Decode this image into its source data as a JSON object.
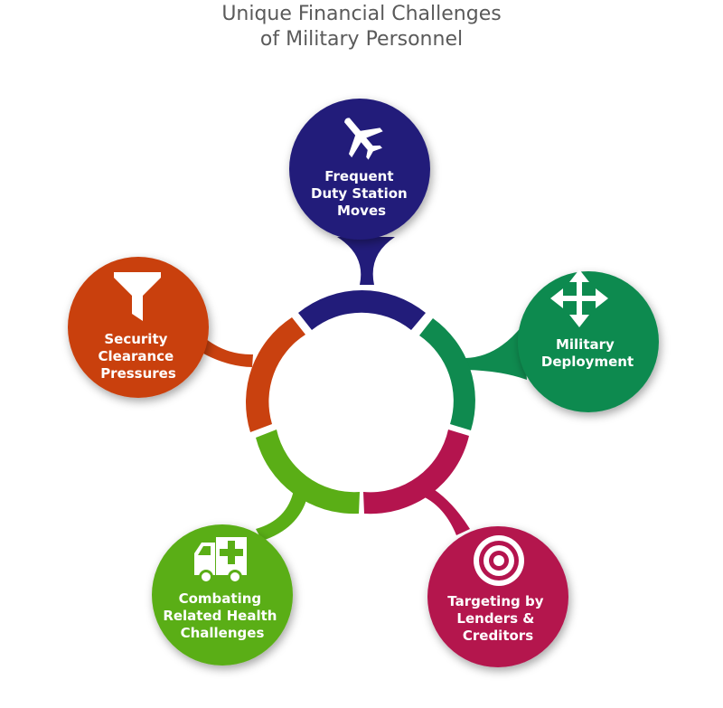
{
  "title": {
    "line1": "Unique Financial Challenges",
    "line2": "of Military Personnel"
  },
  "nodes": [
    {
      "id": "frequent-moves",
      "lines": [
        "Frequent",
        "Duty Station",
        "Moves"
      ],
      "color": "#221c7a",
      "icon": "airplane-icon"
    },
    {
      "id": "military-deployment",
      "lines": [
        "Military",
        "Deployment"
      ],
      "color": "#0f8a4f",
      "icon": "move-arrows-icon"
    },
    {
      "id": "targeting",
      "lines": [
        "Targeting by",
        "Lenders &",
        "Creditors"
      ],
      "color": "#b4144e",
      "icon": "target-icon"
    },
    {
      "id": "health",
      "lines": [
        "Combating",
        "Related Health",
        "Challenges"
      ],
      "color": "#5aae16",
      "icon": "ambulance-icon"
    },
    {
      "id": "security",
      "lines": [
        "Security",
        "Clearance",
        "Pressures"
      ],
      "color": "#c9410f",
      "icon": "funnel-icon"
    }
  ]
}
